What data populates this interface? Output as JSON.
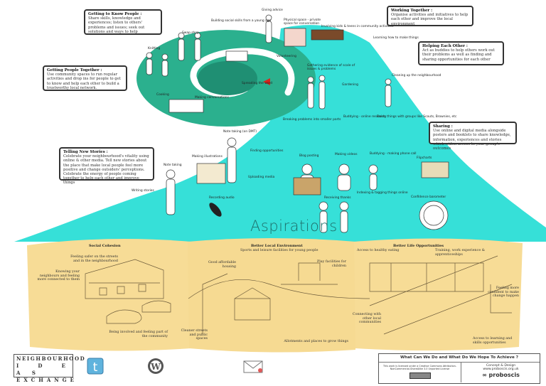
{
  "title": "What Can We Do and What Do We Hope To Achieve?",
  "heading": "Aspirations",
  "colors": {
    "green_oval": "#2bb08e",
    "green_dark": "#1f8f73",
    "cyan_cone": "#36e0d8",
    "sand": "#f7dc96"
  },
  "boxes": {
    "getting_to_know": {
      "title": "Getting to Know People :",
      "body": "Share skills, knowledge and experiences; listen to others' problems and issues; seek out solutions and ways to help"
    },
    "getting_together": {
      "title": "Getting People Together :",
      "body": "Use community spaces to run regular activities and drop ins for people to get to know and help each other to build a trustworthy local network."
    },
    "working_together": {
      "title": "Working Together :",
      "body": "Organise activities and initiatives to help each other and improve the local environment"
    },
    "helping": {
      "title": "Helping Each Other :",
      "body": "Act as buddies to help others work out their problems as well as finding and sharing opportunities for each other"
    },
    "sharing": {
      "title": "Sharing :",
      "body": "Use online and digital media alongside posters and booklets to share knowledge, information, experiences and stories which widen access to your group's outcomes"
    },
    "telling": {
      "title": "Telling New Stories :",
      "body": "Celebrate your neighbourhood's vitality using online & other media. Tell new stories about the place that make local people feel more positive and change outsiders' perceptions. Celebrate the energy of people coming together to help each other and improve things"
    }
  },
  "activities": [
    "Knitting",
    "Swap shop",
    "Building social skills from a young age",
    "Giving advice",
    "Physical space - private space for conversation",
    "Involving kids & teens in community activities",
    "Learning how to make things",
    "Volunteering",
    "Gathering evidence of scale of issues & problems",
    "Cleaning up the neighbourhood",
    "Gardening",
    "Spreading the word",
    "Making conversations",
    "Cooking",
    "Note taking (on DMT)",
    "Breaking problems into smaller parts",
    "Buddying - online research",
    "Doing things with groups like Scouts, Brownies, etc",
    "Finding opportunities",
    "Blog posting",
    "Making videos",
    "Buddying - making phone call",
    "Flipcharts",
    "Uploading media",
    "Receiving thanks",
    "Indexing & tagging things online",
    "Confidence barometer",
    "Making illustrations",
    "Note taking",
    "Writing stories",
    "Recording audio"
  ],
  "panels": [
    {
      "title": "Social Cohesion",
      "notes": [
        "Feeling safer on the streets and in the neighbourhood",
        "Knowing your neighbours and feeling more connected to them",
        "Being involved and feeling part of the community"
      ]
    },
    {
      "title": "Better Local Environment",
      "notes": [
        "Sports and leisure facilities for young people",
        "Good affordable housing",
        "Play facilities for children",
        "Cleaner streets and public spaces",
        "Allotments and places to grow things"
      ]
    },
    {
      "title": "Better Life Opportunities",
      "notes": [
        "Access to healthy eating",
        "Training, work experience & apprenticeships",
        "Feeling more confident to make change happen",
        "Connecting with other local communities",
        "Access to learning and skills opportunities"
      ]
    }
  ],
  "footer": {
    "logo": [
      "NEIGHBOURHOOD",
      "I D E A S",
      "EXCHANGE"
    ],
    "icons": [
      "twitter-icon",
      "wordpress-icon",
      "email-icon"
    ],
    "credit_title": "What Can We Do and What Do We Hope To Achieve ?",
    "license": "This work is licensed under a Creative Commons Attribution-NonCommercial-ShareAlike 3.0 Unported License",
    "concept": "Concept & Design",
    "url": "www.proboscis.org.uk",
    "brand": "proboscis"
  }
}
